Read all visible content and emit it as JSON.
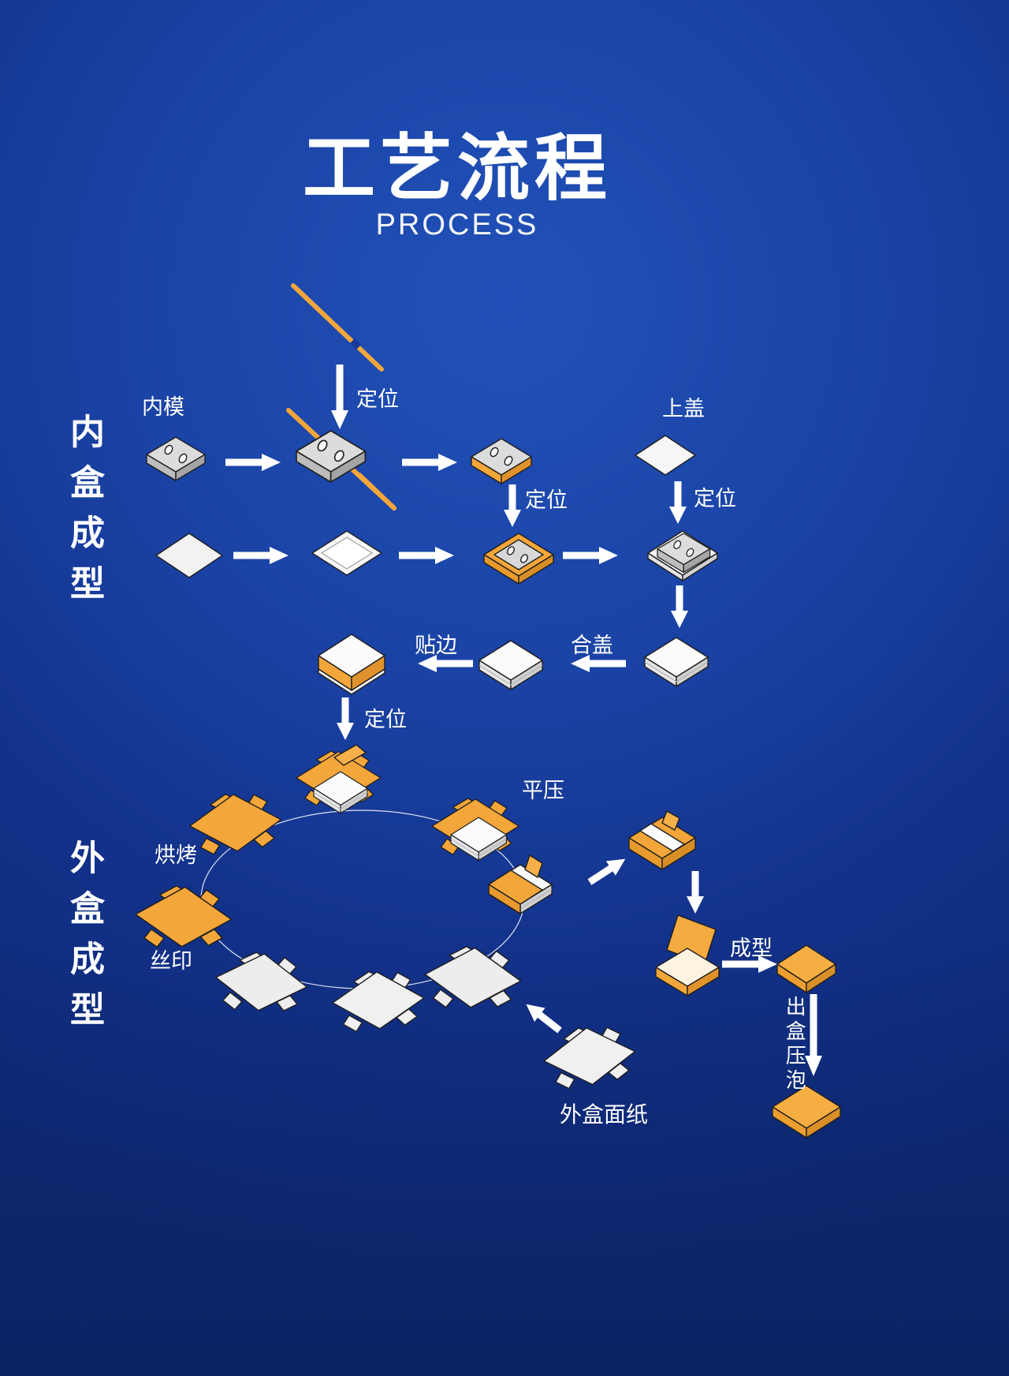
{
  "header": {
    "title": "工艺流程",
    "subtitle": "PROCESS"
  },
  "sections": {
    "inner_label": "内盒成型",
    "outer_label": "外盒成型"
  },
  "steps": {
    "inner_mold": "内模",
    "positioning": "定位",
    "top_cover": "上盖",
    "close_cover": "合盖",
    "tape_edge": "贴边",
    "flat_press": "平压",
    "baking": "烘烤",
    "silk_screen": "丝印",
    "forming": "成型",
    "eject_press": "出盒压泡",
    "facing_paper": "外盒面纸"
  },
  "colors": {
    "background_blue": "#123189",
    "accent_orange": "#f3a63a",
    "shape_gray": "#d8d8d8",
    "shape_white": "#f5f5f5",
    "arrow_white": "#ffffff",
    "text_white": "#ffffff"
  }
}
